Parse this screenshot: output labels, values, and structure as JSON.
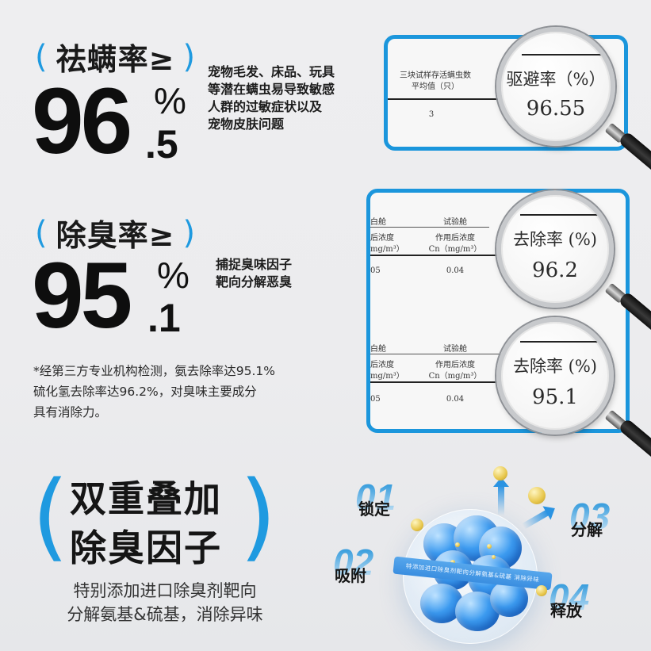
{
  "section1": {
    "bracket_open": "(",
    "bracket_close": ")",
    "title": "祛螨率≥",
    "value_int": "96",
    "value_percent": "%",
    "value_decimal": ".5",
    "description": [
      "宠物毛发、床品、玩具",
      "等潜在螨虫易导致敏感",
      "人群的过敏症状以及",
      "宠物皮肤问题"
    ],
    "report": {
      "header_line1": "三块试样存活螨虫数",
      "header_line2": "平均值（只）",
      "cell_value": "3",
      "lens_label": "驱避率（%）",
      "lens_value": "96.55"
    }
  },
  "section2": {
    "bracket_open": "(",
    "bracket_close": ")",
    "title": "除臭率≥",
    "value_int": "95",
    "value_percent": "%",
    "value_decimal": ".1",
    "description": [
      "捕捉臭味因子",
      "靶向分解恶臭"
    ],
    "report_a": {
      "col1_head": "白舱",
      "col1_sub1": "后浓度",
      "col1_sub2": "mg/m³）",
      "col1_value": "05",
      "col2_head": "试验舱",
      "col2_sub1": "作用后浓度",
      "col2_sub2": "Cn（mg/m³）",
      "col2_value": "0.04",
      "lens_label": "去除率 (%)",
      "lens_value": "96.2"
    },
    "report_b": {
      "col1_head": "白舱",
      "col1_sub1": "后浓度",
      "col1_sub2": "mg/m³）",
      "col1_value": "05",
      "col2_head": "试验舱",
      "col2_sub1": "作用后浓度",
      "col2_sub2": "Cn（mg/m³）",
      "col2_value": "0.04",
      "lens_label": "去除率 (%)",
      "lens_value": "95.1"
    },
    "note": [
      "*经第三方专业机构检测，氨去除率达95.1%",
      "硫化氢去除率达96.2%，对臭味主要成分",
      "具有消除力。"
    ]
  },
  "section3": {
    "bracket_open": "(",
    "bracket_close": ")",
    "title_line1": "双重叠加",
    "title_line2": "除臭因子",
    "subtitle": [
      "特别添加进口除臭剂靶向",
      "分解氨基&硫基，消除异味"
    ],
    "ribbon_text": "特添加进口除臭剂靶向分解氨基&硫基 消除异味",
    "steps": [
      {
        "num": "01",
        "label": "锁定"
      },
      {
        "num": "02",
        "label": "吸附"
      },
      {
        "num": "03",
        "label": "分解"
      },
      {
        "num": "04",
        "label": "释放"
      }
    ]
  },
  "colors": {
    "accent_blue": "#1f9ae0",
    "card_border": "#1b96dc",
    "background": "#ededef",
    "text_dark": "#111111"
  }
}
